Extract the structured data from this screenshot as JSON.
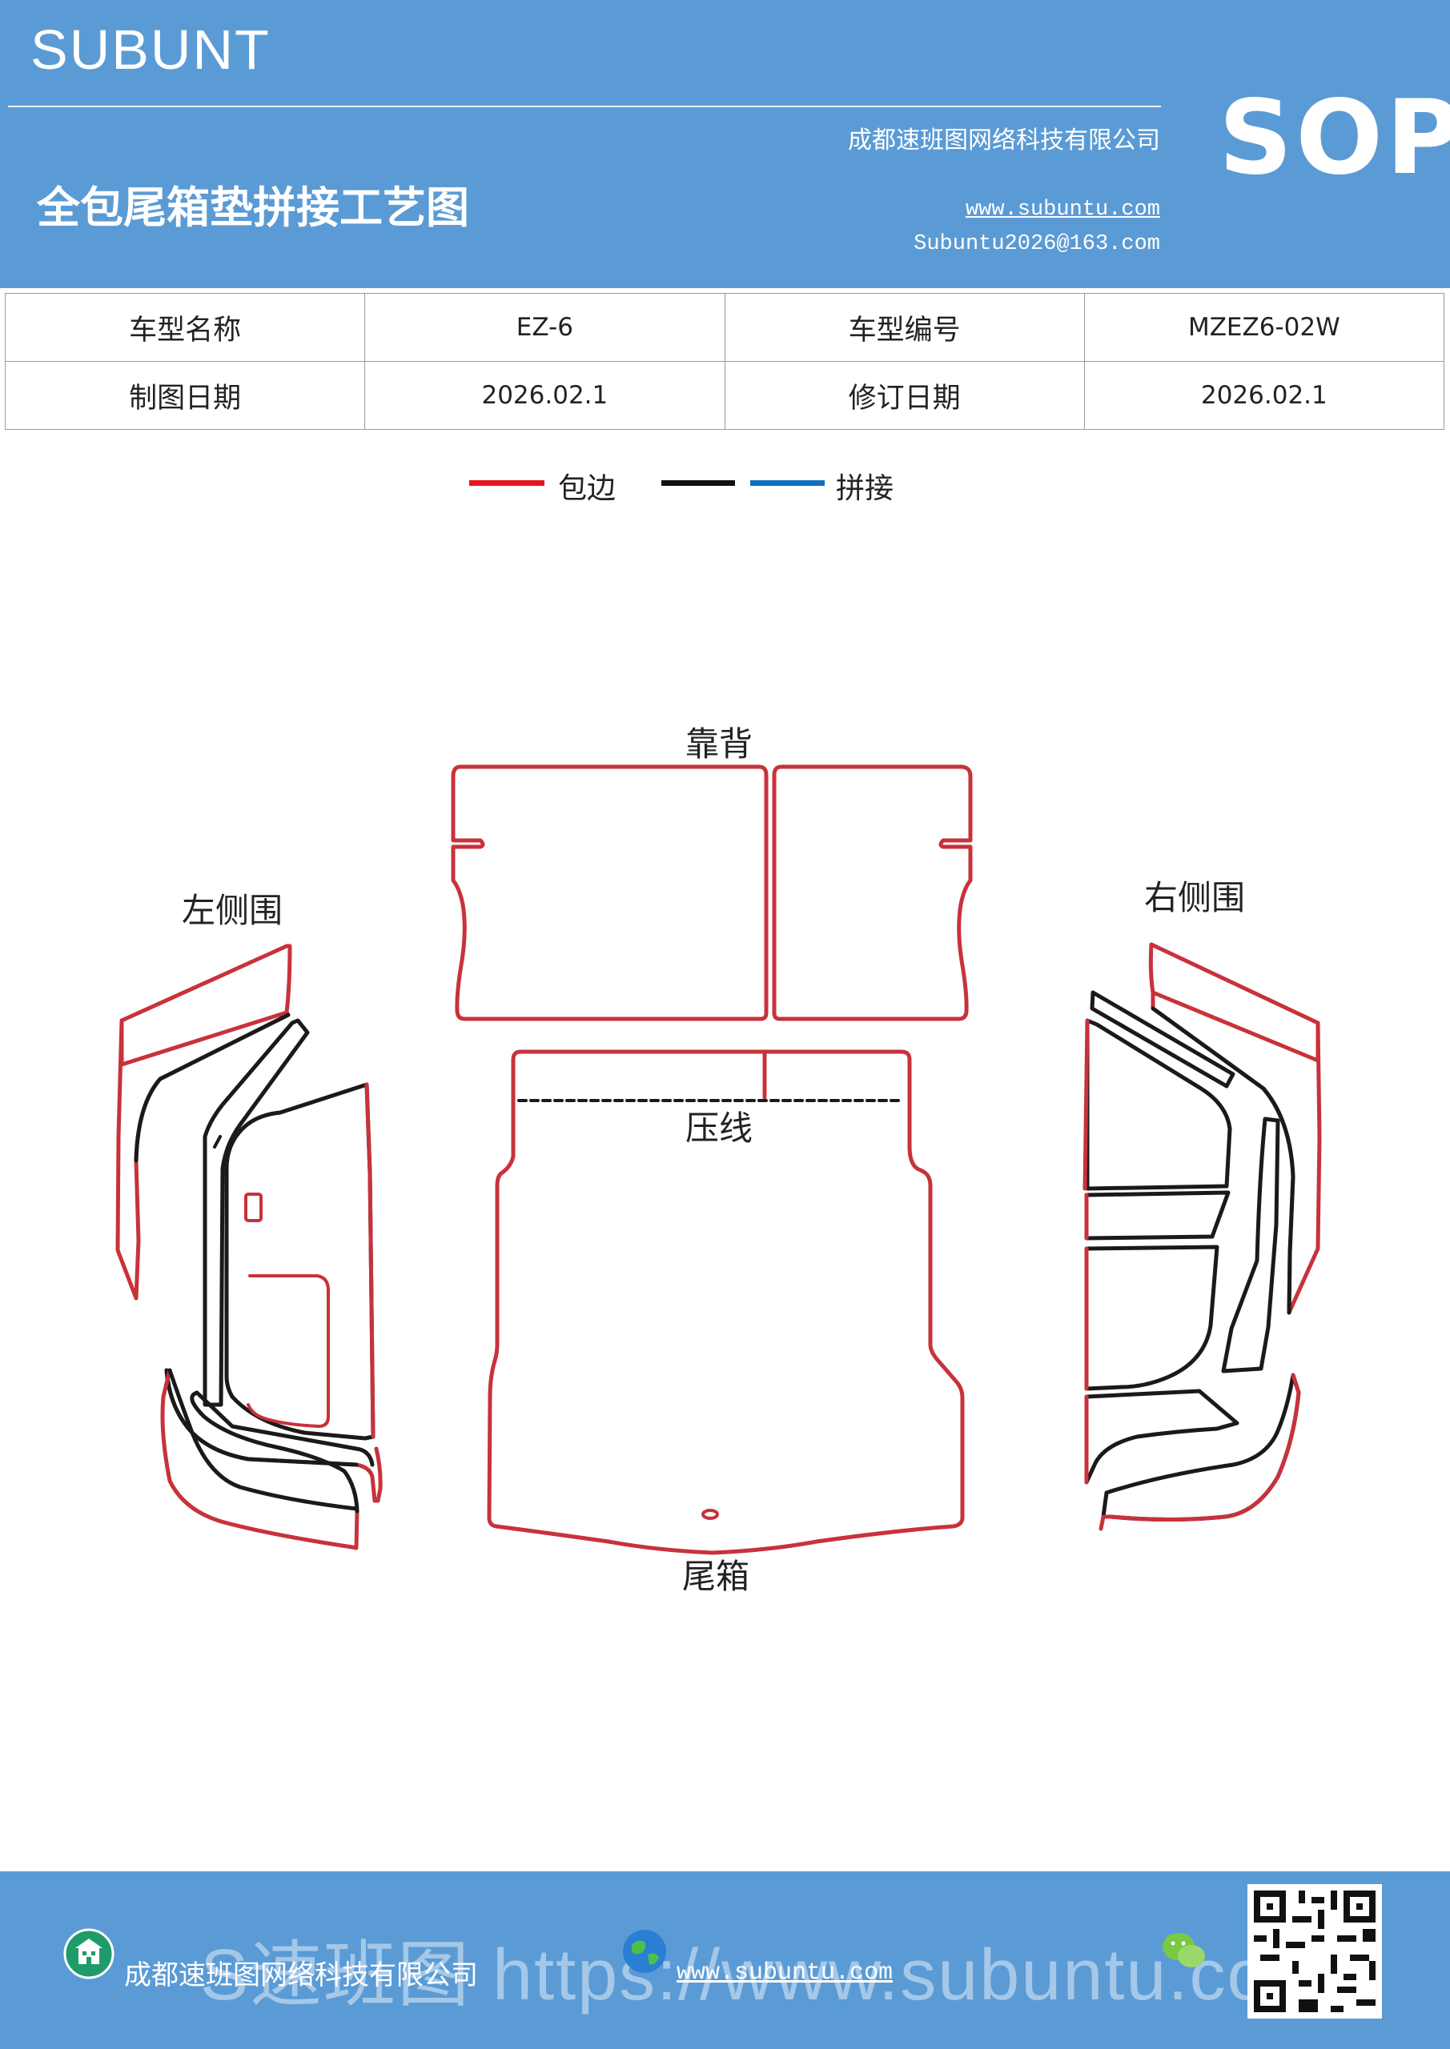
{
  "header": {
    "brand": "SUBUNT",
    "company": "成都速班图网络科技有限公司",
    "sop": "SOP",
    "title": "全包尾箱垫拼接工艺图",
    "website": "www.subuntu.com",
    "email": "Subuntu2026@163.com"
  },
  "info_table": {
    "rows": [
      {
        "label1": "车型名称",
        "value1": "EZ-6",
        "label2": "车型编号",
        "value2": "MZEZ6-02W"
      },
      {
        "label1": "制图日期",
        "value1": "2026.02.1",
        "label2": "修订日期",
        "value2": "2026.02.1"
      }
    ]
  },
  "legend": {
    "edge_label": "包边",
    "splice_label": "拼接",
    "colors": {
      "edge": "#e8141b",
      "black": "#111111",
      "blue": "#0e6fc1"
    }
  },
  "diagram": {
    "labels": {
      "backrest": "靠背",
      "left_side": "左侧围",
      "right_side": "右侧围",
      "crease": "压线",
      "trunk": "尾箱"
    },
    "colors": {
      "edge": "#c8323a",
      "seam": "#1a1a1a"
    }
  },
  "footer": {
    "company": "成都速班图网络科技有限公司",
    "website": "www.subuntu.com",
    "watermark": "S速班图 https://www.subuntu.com"
  }
}
